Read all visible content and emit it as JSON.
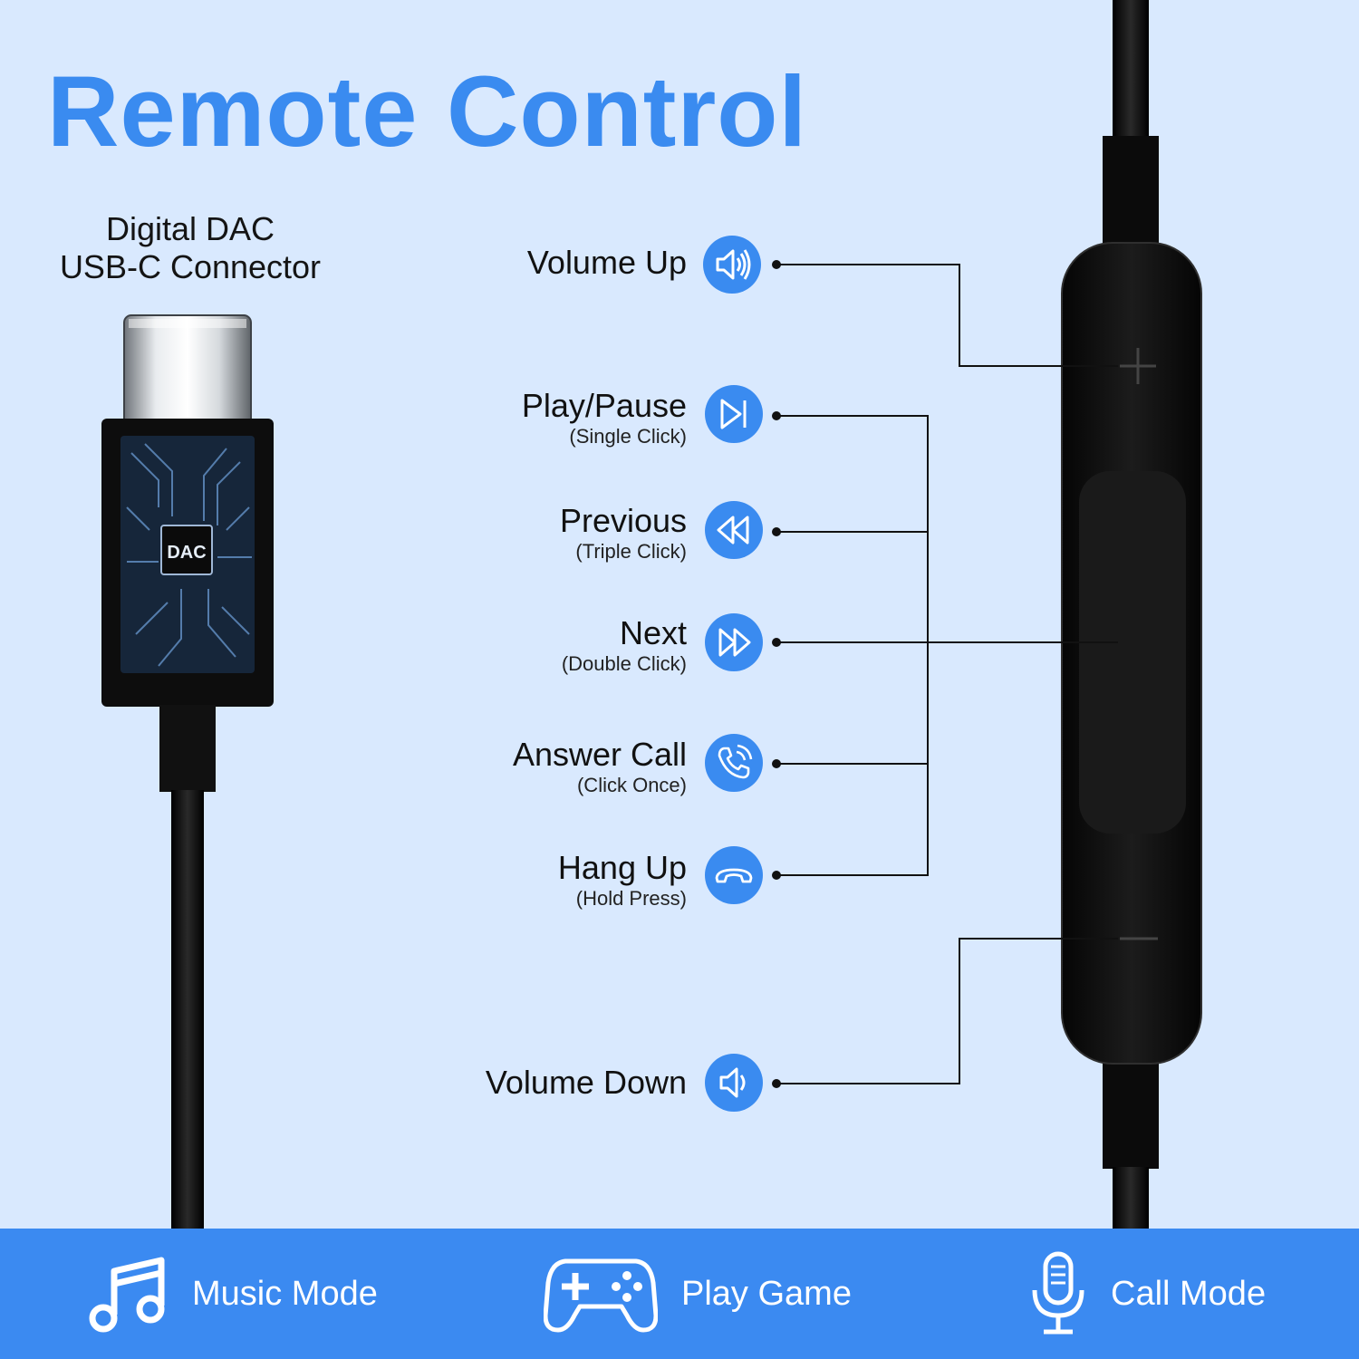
{
  "title": "Remote Control",
  "connector": {
    "caption_line1": "Digital DAC",
    "caption_line2": "USB-C Connector",
    "chip_label": "DAC"
  },
  "controls": [
    {
      "label": "Volume Up",
      "sub": "",
      "icon": "volume-up-icon"
    },
    {
      "label": "Play/Pause",
      "sub": "(Single Click)",
      "icon": "play-pause-icon"
    },
    {
      "label": "Previous",
      "sub": "(Triple Click)",
      "icon": "rewind-icon"
    },
    {
      "label": "Next",
      "sub": "(Double Click)",
      "icon": "fast-forward-icon"
    },
    {
      "label": "Answer Call",
      "sub": "(Click Once)",
      "icon": "phone-ringing-icon"
    },
    {
      "label": "Hang Up",
      "sub": "(Hold Press)",
      "icon": "hang-up-icon"
    },
    {
      "label": "Volume Down",
      "sub": "",
      "icon": "volume-down-icon"
    }
  ],
  "remote": {
    "plus_symbol": "+",
    "minus_symbol": "−"
  },
  "features": [
    {
      "label": "Music Mode",
      "icon": "music-note-icon"
    },
    {
      "label": "Play Game",
      "icon": "gamepad-icon"
    },
    {
      "label": "Call Mode",
      "icon": "microphone-icon"
    }
  ],
  "colors": {
    "accent": "#3a8bf0",
    "background": "#d9e9fe",
    "bar": "#3b8af1"
  }
}
